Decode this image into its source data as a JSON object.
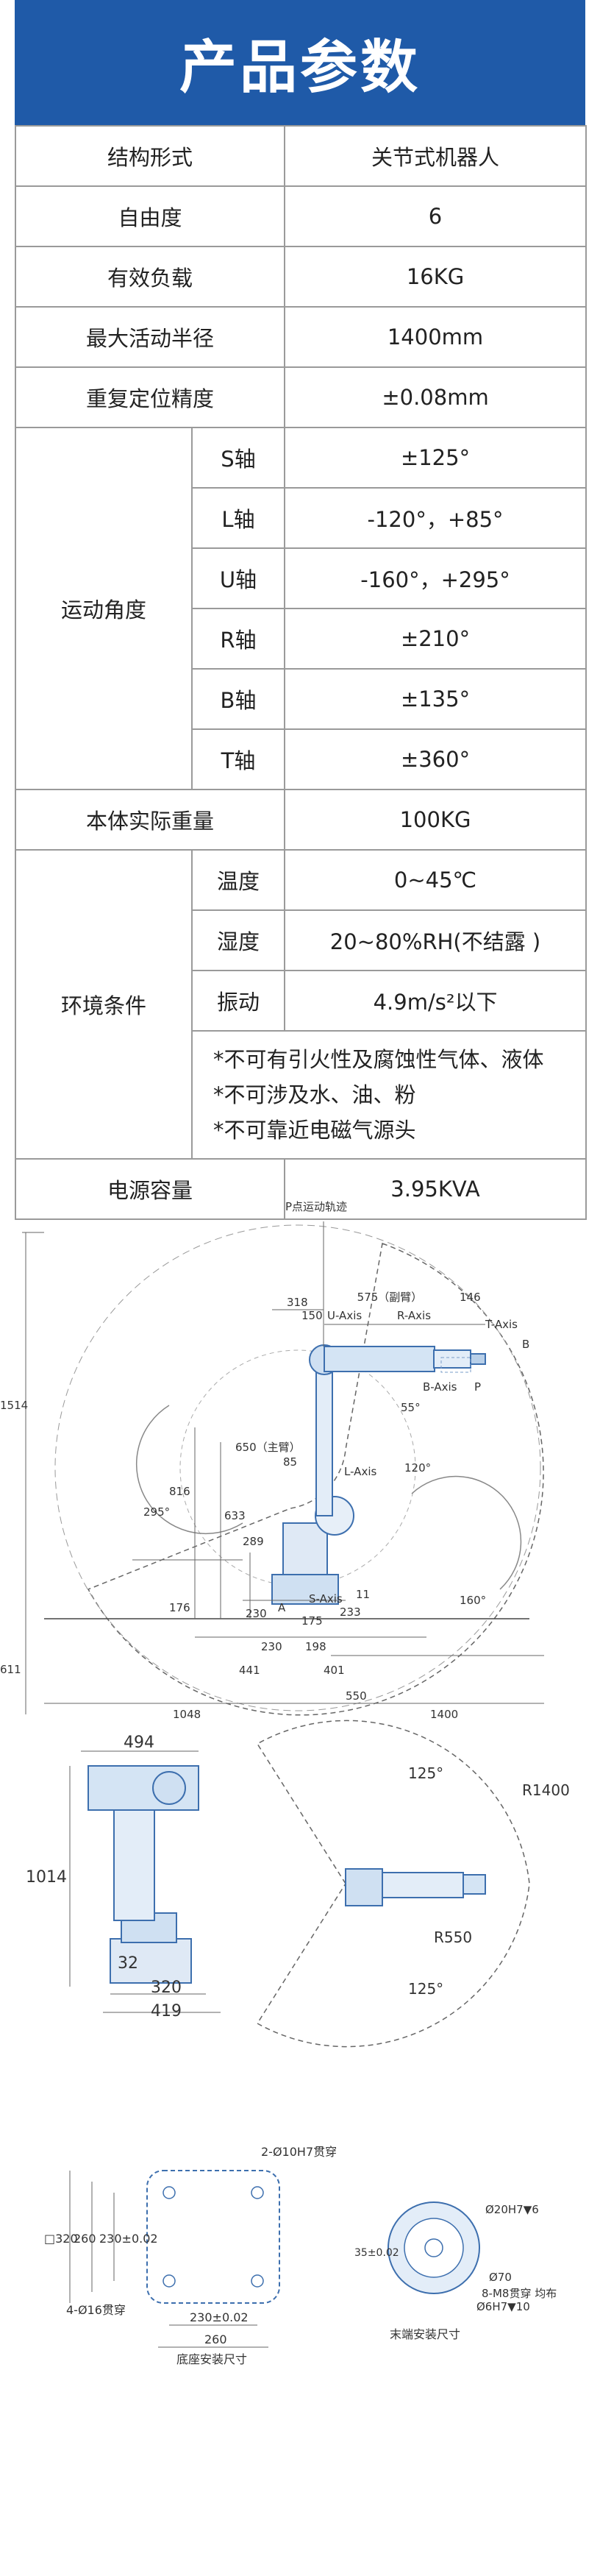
{
  "banner": {
    "title": "产品参数"
  },
  "spec": {
    "structure": {
      "label": "结构形式",
      "value": "关节式机器人"
    },
    "dof": {
      "label": "自由度",
      "value": "6"
    },
    "payload": {
      "label": "有效负载",
      "value": "16KG"
    },
    "reach": {
      "label": "最大活动半径",
      "value": "1400mm"
    },
    "repeatability": {
      "label": "重复定位精度",
      "value": "±0.08mm"
    },
    "motion": {
      "label": "运动角度",
      "axes": [
        {
          "axis": "S轴",
          "value": "±125°"
        },
        {
          "axis": "L轴",
          "value": "-120°，+85°"
        },
        {
          "axis": "U轴",
          "value": "-160°，+295°"
        },
        {
          "axis": "R轴",
          "value": "±210°"
        },
        {
          "axis": "B轴",
          "value": "±135°"
        },
        {
          "axis": "T轴",
          "value": "±360°"
        }
      ]
    },
    "weight": {
      "label": "本体实际重量",
      "value": "100KG"
    },
    "environment": {
      "label": "环境条件",
      "temperature": {
        "label": "温度",
        "value": "0~45℃"
      },
      "humidity": {
        "label": "湿度",
        "value": "20~80%RH(不结露 )"
      },
      "vibration": {
        "label": "振动",
        "value": "4.9m/s²以下"
      },
      "notes": [
        "*不可有引火性及腐蚀性气体、液体",
        "*不可涉及水、油、粉",
        "*不可靠近电磁气源头"
      ]
    },
    "power": {
      "label": "电源容量",
      "value": "3.95KVA"
    }
  },
  "range_diagram": {
    "labels": {
      "p_trajectory": "P点运动轨迹",
      "upper_arm": "575（副臂）",
      "dim_318": "318",
      "dim_150": "150",
      "dim_146": "146",
      "u_axis": "U-Axis",
      "r_axis": "R-Axis",
      "t_axis": "T-Axis",
      "b_axis": "B-Axis",
      "b": "B",
      "p": "P",
      "angle_55": "55°",
      "lower_arm": "650（主臂）",
      "dim_85": "85",
      "l_axis": "L-Axis",
      "angle_120": "120°",
      "dim_1514": "1514",
      "dim_816": "816",
      "angle_295": "295°",
      "dim_633": "633",
      "dim_289": "289",
      "dim_176": "176",
      "dim_230a": "230",
      "a": "A",
      "s_axis": "S-Axis",
      "dim_11": "11",
      "dim_175": "175",
      "dim_233": "233",
      "angle_160": "160°",
      "dim_230b": "230",
      "dim_198": "198",
      "dim_441": "441",
      "dim_401": "401",
      "dim_611": "611",
      "dim_550": "550",
      "dim_1048": "1048",
      "dim_1400": "1400"
    }
  },
  "side_top": {
    "labels": {
      "dim_494": "494",
      "dim_1014": "1014",
      "dim_32": "32",
      "dim_320": "320",
      "dim_419": "419",
      "angle_125_top": "125°",
      "r1400": "R1400",
      "r550": "R550",
      "angle_125_bottom": "125°"
    }
  },
  "mounting": {
    "labels": {
      "holes_10": "2-Ø10H7贯穿",
      "dim_320": "□320",
      "dim_260": "260",
      "dim_230_tol": "230±0.02",
      "holes_16": "4-Ø16贯穿",
      "dim_230_bottom": "230±0.02",
      "dim_260_bottom": "260",
      "base_caption": "底座安装尺寸",
      "d20": "Ø20H7▼6",
      "dim_35": "35±0.02",
      "d70": "Ø70",
      "m8": "8-M8贯穿  均布",
      "d6": "Ø6H7▼10",
      "end_caption": "末端安装尺寸"
    }
  }
}
